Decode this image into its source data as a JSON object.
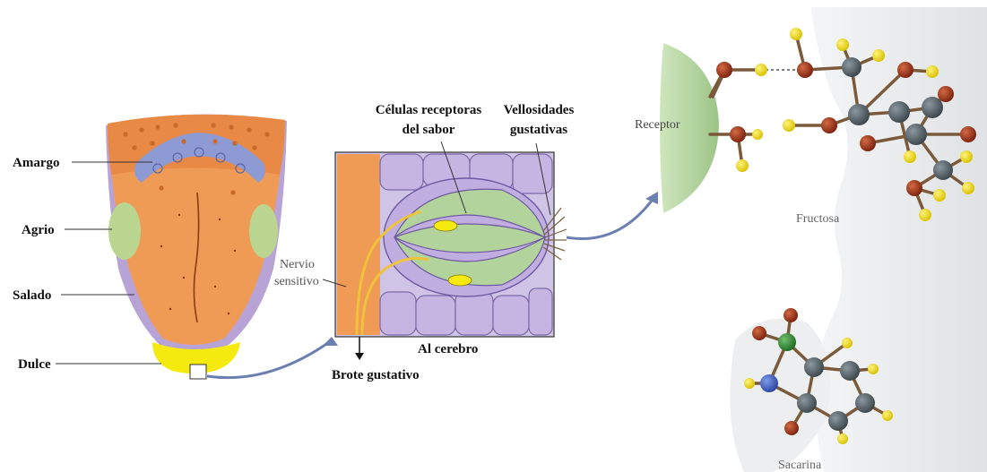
{
  "tongue_regions": {
    "bitter": "Amargo",
    "sour": "Agrio",
    "salty": "Salado",
    "sweet": "Dulce"
  },
  "taste_bud": {
    "receptor_cells_line1": "Células receptoras",
    "receptor_cells_line2": "del sabor",
    "villi_line1": "Vellosidades",
    "villi_line2": "gustativas",
    "nerve_line1": "Nervio",
    "nerve_line2": "sensitivo",
    "to_brain": "Al cerebro",
    "bud": "Brote gustativo"
  },
  "molecules": {
    "receptor": "Receptor",
    "fructose": "Fructosa",
    "saccharin": "Sacarina"
  },
  "colors": {
    "tongue": "#ef9a55",
    "bitter_zone": "#8e9ad3",
    "sour_zone": "#b9d58f",
    "salty_zone": "#b8a3d6",
    "sweet_zone": "#f4ea10",
    "receptor": "#b3d39d",
    "atom_red": "#8b2a12",
    "atom_yellow": "#f0d800",
    "atom_grey": "#4e5a60",
    "atom_green": "#2f8a2f",
    "atom_blue": "#3a5ac0"
  }
}
